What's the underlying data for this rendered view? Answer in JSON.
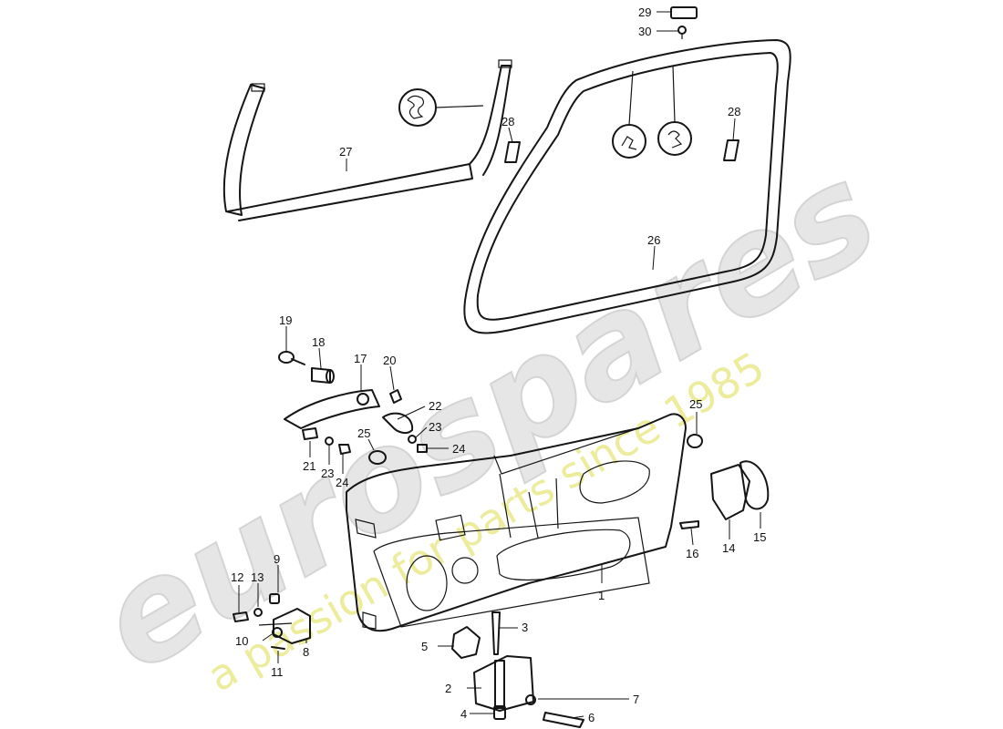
{
  "watermark": {
    "brand": "eurospares",
    "tagline": "a passion for parts since 1985",
    "brand_color": "#e6e6e6",
    "tagline_color": "#ecec9c"
  },
  "callouts": [
    {
      "label": "1"
    },
    {
      "label": "2"
    },
    {
      "label": "3"
    },
    {
      "label": "4"
    },
    {
      "label": "5"
    },
    {
      "label": "6"
    },
    {
      "label": "7"
    },
    {
      "label": "8"
    },
    {
      "label": "9"
    },
    {
      "label": "10"
    },
    {
      "label": "11"
    },
    {
      "label": "12"
    },
    {
      "label": "13"
    },
    {
      "label": "14"
    },
    {
      "label": "15"
    },
    {
      "label": "16"
    },
    {
      "label": "17"
    },
    {
      "label": "18"
    },
    {
      "label": "19"
    },
    {
      "label": "20"
    },
    {
      "label": "21"
    },
    {
      "label": "22"
    },
    {
      "label": "23"
    },
    {
      "label": "23"
    },
    {
      "label": "24"
    },
    {
      "label": "24"
    },
    {
      "label": "25"
    },
    {
      "label": "25"
    },
    {
      "label": "26"
    },
    {
      "label": "27"
    },
    {
      "label": "28"
    },
    {
      "label": "28"
    },
    {
      "label": "29"
    },
    {
      "label": "30"
    }
  ]
}
